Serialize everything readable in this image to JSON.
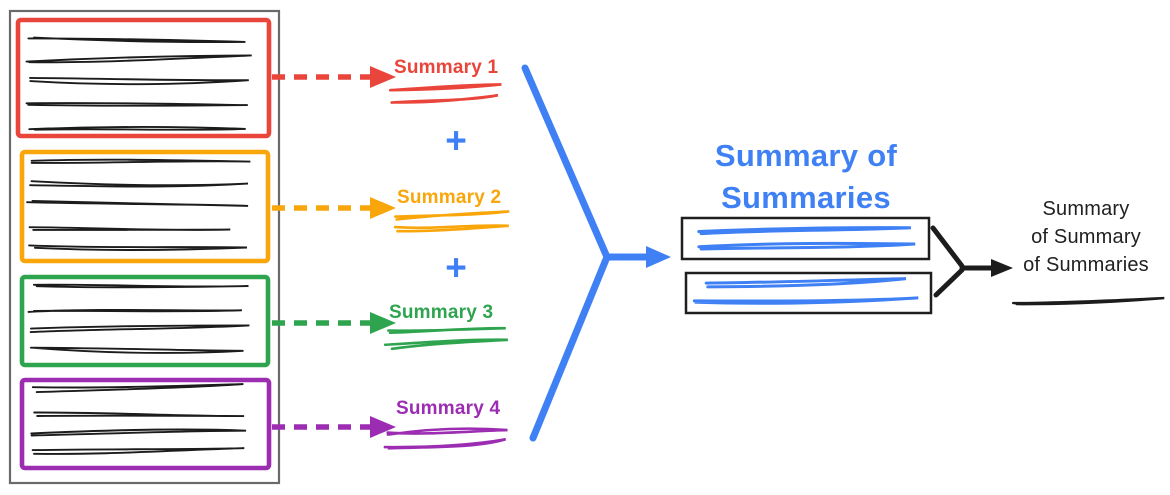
{
  "diagram": {
    "source_document": {
      "chunks": [
        {
          "name": "chunk-1",
          "color": "#E9453B",
          "text_lines": 5
        },
        {
          "name": "chunk-2",
          "color": "#F9A60B",
          "text_lines": 5
        },
        {
          "name": "chunk-3",
          "color": "#2FA44F",
          "text_lines": 4
        },
        {
          "name": "chunk-4",
          "color": "#9C2DB2",
          "text_lines": 4
        }
      ]
    },
    "summaries": [
      {
        "label": "Summary 1",
        "color": "#E9453B"
      },
      {
        "label": "Summary 2",
        "color": "#F9A60B"
      },
      {
        "label": "Summary 3",
        "color": "#2FA44F"
      },
      {
        "label": "Summary 4",
        "color": "#9C2DB2"
      }
    ],
    "plus_sign": "+",
    "combined": {
      "title_line1": "Summary of",
      "title_line2": "Summaries",
      "color": "#3F81F4",
      "boxes": 2,
      "scribble_lines_per_box": 2
    },
    "final": {
      "line1": "Summary",
      "line2": "of Summary",
      "line3": "of Summaries",
      "color": "#212121"
    }
  },
  "colors": {
    "background": "#FFFFFF",
    "ink": "#1C1C1C",
    "container_border": "#6A6A6A",
    "box_border": "#1F1F1F",
    "blue": "#3F81F4"
  }
}
